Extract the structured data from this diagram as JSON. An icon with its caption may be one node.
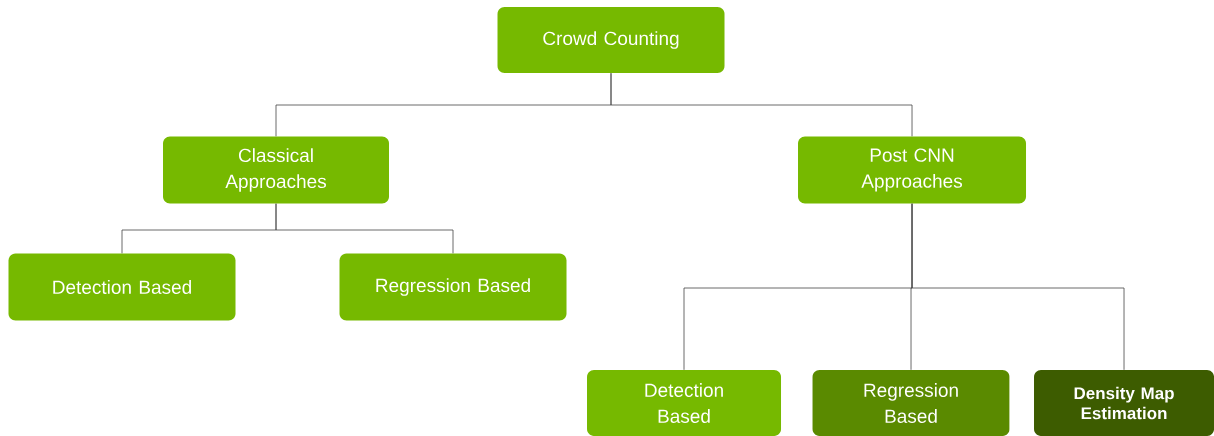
{
  "diagram": {
    "nodes": [
      {
        "text": [
          "Crowd Counting"
        ]
      },
      {
        "text": [
          "Classical Approaches"
        ]
      },
      {
        "text": [
          "Post CNN Approaches"
        ]
      },
      {
        "text": [
          "Detection Based"
        ]
      },
      {
        "text": [
          "Regression Based"
        ]
      },
      {
        "text": [
          "Detection Based"
        ]
      },
      {
        "text": [
          "Regression Based"
        ]
      },
      {
        "text": [
          "Density Map Estimation"
        ]
      }
    ],
    "edges": [
      {
        "from": 0,
        "to": 1,
        "arrow": "none"
      },
      {
        "from": 0,
        "to": 2,
        "arrow": "none"
      },
      {
        "from": 1,
        "to": 3,
        "arrow": "none"
      },
      {
        "from": 1,
        "to": 4,
        "arrow": "none"
      },
      {
        "from": 2,
        "to": 5,
        "arrow": "none"
      },
      {
        "from": 2,
        "to": 6,
        "arrow": "none"
      },
      {
        "from": 2,
        "to": 7,
        "arrow": "none"
      }
    ]
  }
}
